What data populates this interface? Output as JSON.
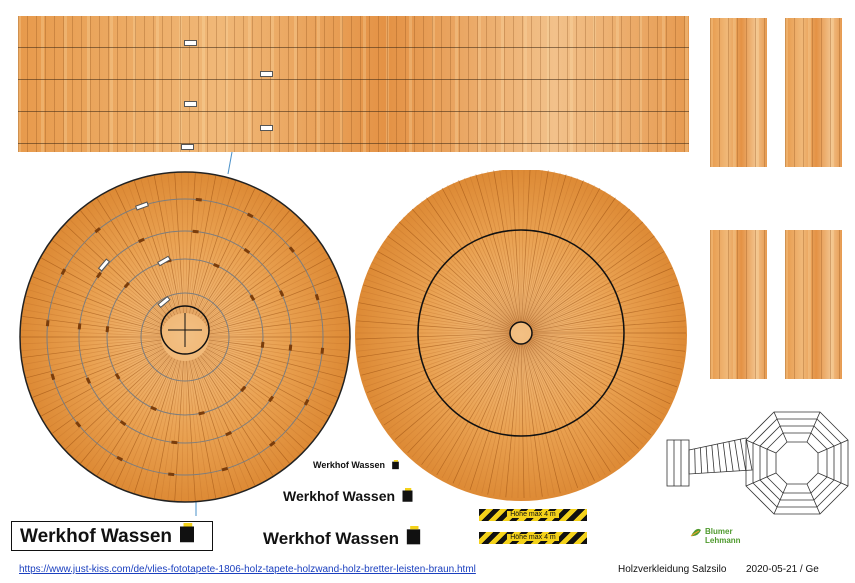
{
  "brand": {
    "name_small": "Werkhof Wassen",
    "name_medium": "Werkhof Wassen",
    "name_large": "Werkhof Wassen",
    "name_boxed": "Werkhof Wassen"
  },
  "hazard_labels": [
    "Höhe max 4 m",
    "Höhe max 4 m"
  ],
  "logo": {
    "line1": "Blumer",
    "line2": "Lehmann",
    "color": "#4f9a2e"
  },
  "footer": {
    "url": "https://www.just-kiss.com/de/vlies-fototapete-1806-holz-tapete-holzwand-holz-bretter-leisten-braun.html",
    "title": "Holzverkleidung Salzsilo",
    "date_author": "2020-05-21 / Ge"
  },
  "colors": {
    "wood": "#e9a45a",
    "wood_dark": "#b8651a",
    "outline": "#222222",
    "hazard_yellow": "#f4d21a"
  }
}
